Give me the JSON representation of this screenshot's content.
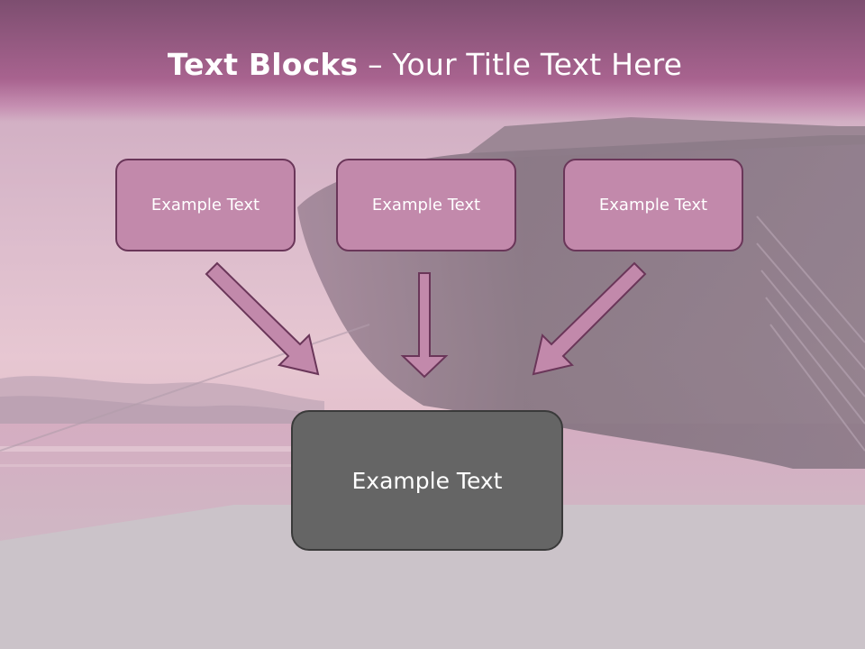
{
  "slide": {
    "title_bold": "Text Blocks",
    "title_rest": " – Your Title Text Here",
    "blocks": [
      {
        "label": "Example Text"
      },
      {
        "label": "Example Text"
      },
      {
        "label": "Example Text"
      }
    ],
    "main_block": {
      "label": "Example Text"
    },
    "colors": {
      "header": "#a8638f",
      "block_fill": "#c289ab",
      "block_border": "#6a3659",
      "main_fill": "#656565",
      "arrow_fill": "#c289ab",
      "arrow_stroke": "#6a3659"
    },
    "background_image": "cruise-ship-at-sunset"
  }
}
